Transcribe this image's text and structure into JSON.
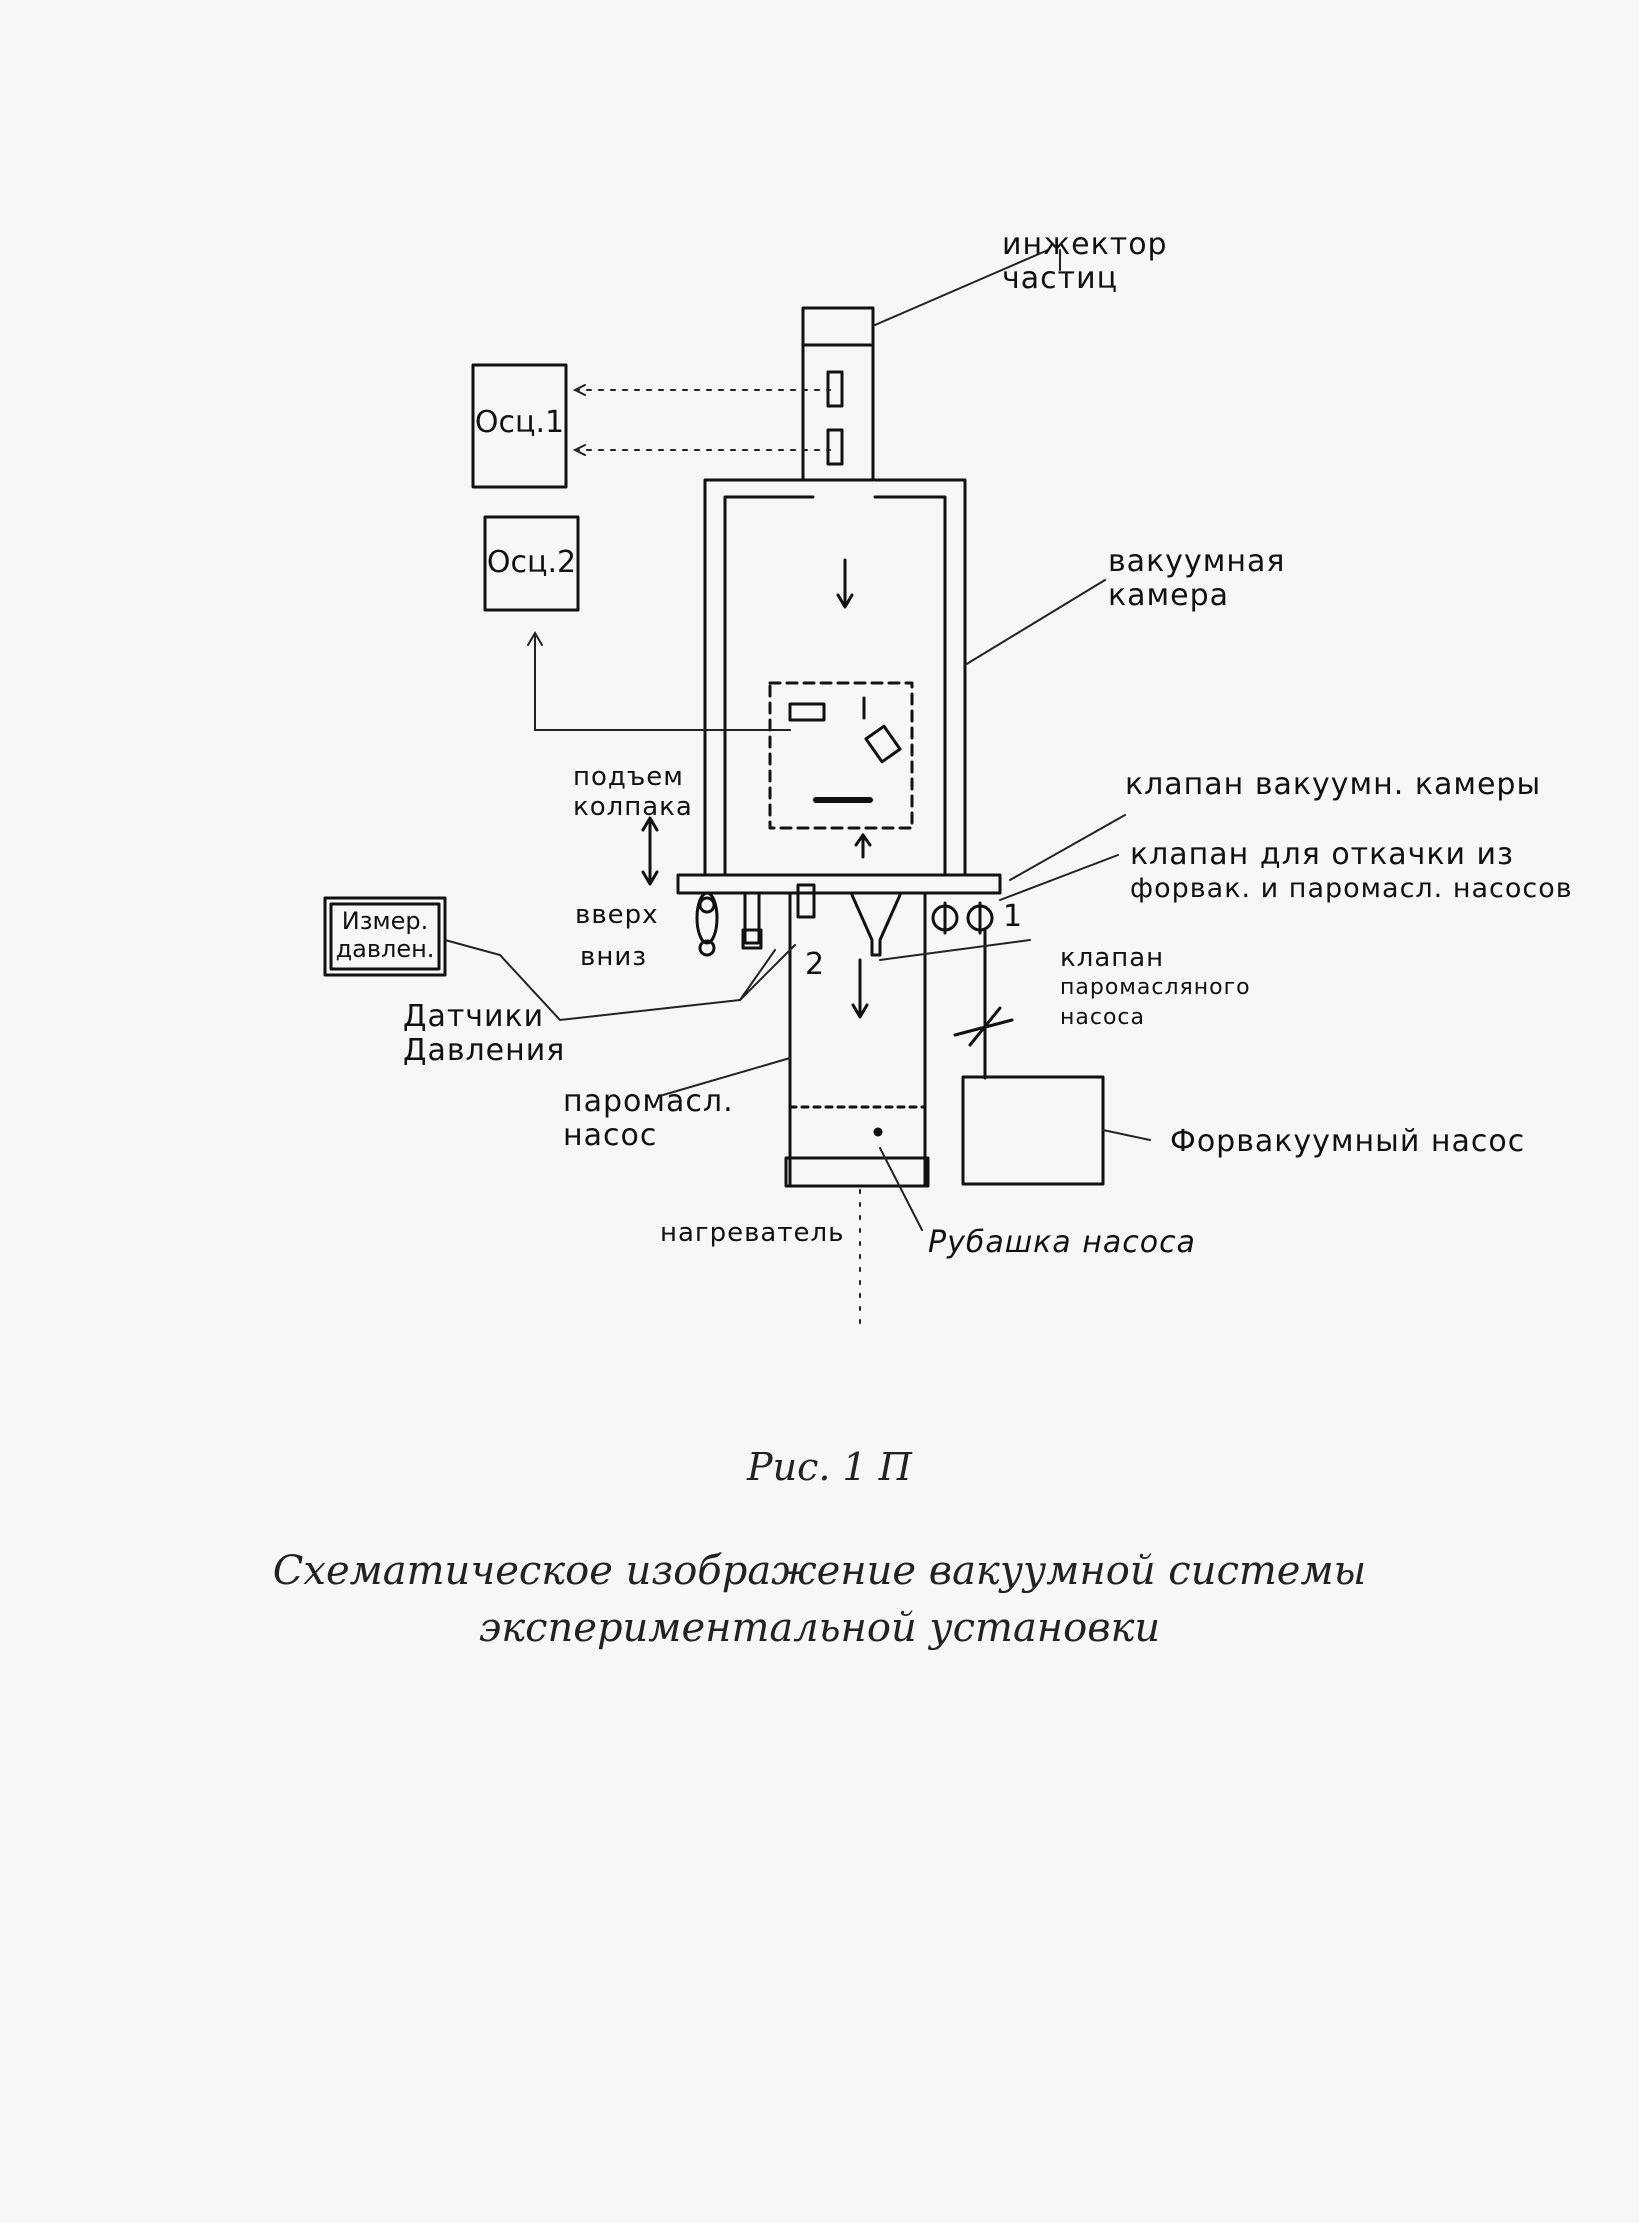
{
  "labels": {
    "injector": [
      "инжектор",
      "частиц"
    ],
    "osc1": "Осц.1",
    "osc2": "Осц.2",
    "vacuum_chamber": [
      "вакуумная",
      "камера"
    ],
    "lift_cap": [
      "подъем",
      "колпака"
    ],
    "chamber_valve": "клапан вакуумн. камеры",
    "pumpout_valve": [
      "клапан для откачки из",
      "форвак. и паромасл. насосов"
    ],
    "pressure_meter": [
      "Измер.",
      "давлен."
    ],
    "up": "вверх",
    "down": "вниз",
    "number_1": "1",
    "number_2": "2",
    "pressure_sensors": [
      "Датчики",
      "Давления"
    ],
    "diffusion_pump_valve": [
      "клапан",
      "паромасляного",
      "насоса"
    ],
    "diffusion_pump": [
      "паромасл.",
      "насос"
    ],
    "forevacuum_pump": "Форвакуумный насос",
    "heater": "нагреватель",
    "pump_jacket": "Рубашка насоса"
  },
  "caption": {
    "figure": "Рис. 1 П",
    "line1": "Схематическое изображение вакуумной системы",
    "line2": "экспериментальной установки"
  }
}
